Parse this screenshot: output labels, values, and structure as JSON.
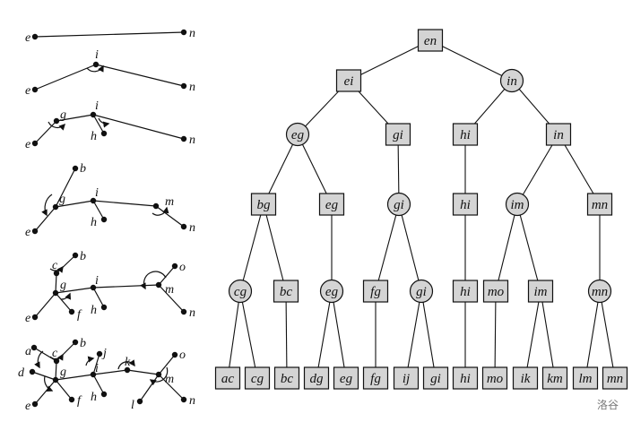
{
  "tree": {
    "levels": [
      [
        {
          "label": "en",
          "shape": "square"
        }
      ],
      [
        {
          "label": "ei",
          "shape": "square"
        },
        {
          "label": "in",
          "shape": "circle"
        }
      ],
      [
        {
          "label": "eg",
          "shape": "circle"
        },
        {
          "label": "gi",
          "shape": "square"
        },
        {
          "label": "hi",
          "shape": "square"
        },
        {
          "label": "in",
          "shape": "square"
        }
      ],
      [
        {
          "label": "bg",
          "shape": "square"
        },
        {
          "label": "eg",
          "shape": "square"
        },
        {
          "label": "gi",
          "shape": "circle"
        },
        {
          "label": "hi",
          "shape": "square"
        },
        {
          "label": "im",
          "shape": "circle"
        },
        {
          "label": "mn",
          "shape": "square"
        }
      ],
      [
        {
          "label": "cg",
          "shape": "circle"
        },
        {
          "label": "bc",
          "shape": "square"
        },
        {
          "label": "eg",
          "shape": "circle"
        },
        {
          "label": "fg",
          "shape": "square"
        },
        {
          "label": "gi",
          "shape": "circle"
        },
        {
          "label": "hi",
          "shape": "square"
        },
        {
          "label": "mo",
          "shape": "square"
        },
        {
          "label": "im",
          "shape": "square"
        },
        {
          "label": "mn",
          "shape": "circle"
        }
      ],
      [
        {
          "label": "ac",
          "shape": "square"
        },
        {
          "label": "cg",
          "shape": "square"
        },
        {
          "label": "bc",
          "shape": "square"
        },
        {
          "label": "dg",
          "shape": "square"
        },
        {
          "label": "eg",
          "shape": "square"
        },
        {
          "label": "fg",
          "shape": "square"
        },
        {
          "label": "ij",
          "shape": "square"
        },
        {
          "label": "gi",
          "shape": "square"
        },
        {
          "label": "hi",
          "shape": "square"
        },
        {
          "label": "mo",
          "shape": "square"
        },
        {
          "label": "ik",
          "shape": "square"
        },
        {
          "label": "km",
          "shape": "square"
        },
        {
          "label": "lm",
          "shape": "square"
        },
        {
          "label": "mn",
          "shape": "square"
        }
      ]
    ],
    "edges": [
      [
        [
          0,
          0
        ],
        [
          1,
          0
        ]
      ],
      [
        [
          0,
          0
        ],
        [
          1,
          1
        ]
      ],
      [
        [
          1,
          0
        ],
        [
          2,
          0
        ]
      ],
      [
        [
          1,
          0
        ],
        [
          2,
          1
        ]
      ],
      [
        [
          1,
          1
        ],
        [
          2,
          2
        ]
      ],
      [
        [
          1,
          1
        ],
        [
          2,
          3
        ]
      ],
      [
        [
          2,
          0
        ],
        [
          3,
          0
        ]
      ],
      [
        [
          2,
          0
        ],
        [
          3,
          1
        ]
      ],
      [
        [
          2,
          1
        ],
        [
          3,
          2
        ]
      ],
      [
        [
          2,
          2
        ],
        [
          3,
          3
        ]
      ],
      [
        [
          2,
          3
        ],
        [
          3,
          4
        ]
      ],
      [
        [
          2,
          3
        ],
        [
          3,
          5
        ]
      ],
      [
        [
          3,
          0
        ],
        [
          4,
          0
        ]
      ],
      [
        [
          3,
          0
        ],
        [
          4,
          1
        ]
      ],
      [
        [
          3,
          1
        ],
        [
          4,
          2
        ]
      ],
      [
        [
          3,
          2
        ],
        [
          4,
          3
        ]
      ],
      [
        [
          3,
          2
        ],
        [
          4,
          4
        ]
      ],
      [
        [
          3,
          3
        ],
        [
          4,
          5
        ]
      ],
      [
        [
          3,
          4
        ],
        [
          4,
          6
        ]
      ],
      [
        [
          3,
          4
        ],
        [
          4,
          7
        ]
      ],
      [
        [
          3,
          5
        ],
        [
          4,
          8
        ]
      ],
      [
        [
          4,
          0
        ],
        [
          5,
          0
        ]
      ],
      [
        [
          4,
          0
        ],
        [
          5,
          1
        ]
      ],
      [
        [
          4,
          1
        ],
        [
          5,
          2
        ]
      ],
      [
        [
          4,
          2
        ],
        [
          5,
          3
        ]
      ],
      [
        [
          4,
          2
        ],
        [
          5,
          4
        ]
      ],
      [
        [
          4,
          3
        ],
        [
          5,
          5
        ]
      ],
      [
        [
          4,
          4
        ],
        [
          5,
          6
        ]
      ],
      [
        [
          4,
          4
        ],
        [
          5,
          7
        ]
      ],
      [
        [
          4,
          5
        ],
        [
          5,
          8
        ]
      ],
      [
        [
          4,
          6
        ],
        [
          5,
          9
        ]
      ],
      [
        [
          4,
          7
        ],
        [
          5,
          10
        ]
      ],
      [
        [
          4,
          7
        ],
        [
          5,
          11
        ]
      ],
      [
        [
          4,
          8
        ],
        [
          5,
          12
        ]
      ],
      [
        [
          4,
          8
        ],
        [
          5,
          13
        ]
      ]
    ]
  },
  "steps_labels": {
    "s1": {
      "e": "e",
      "n": "n"
    },
    "s2": {
      "e": "e",
      "i": "i",
      "n": "n"
    },
    "s3": {
      "e": "e",
      "g": "g",
      "h": "h",
      "i": "i",
      "n": "n"
    },
    "s4": {
      "b": "b",
      "e": "e",
      "g": "g",
      "h": "h",
      "i": "i",
      "m": "m",
      "n": "n"
    },
    "s5": {
      "b": "b",
      "c": "c",
      "e": "e",
      "f": "f",
      "g": "g",
      "h": "h",
      "i": "i",
      "m": "m",
      "n": "n",
      "o": "o"
    },
    "s6": {
      "a": "a",
      "b": "b",
      "c": "c",
      "d": "d",
      "e": "e",
      "f": "f",
      "g": "g",
      "h": "h",
      "i": "i",
      "j": "j",
      "k": "k",
      "l": "l",
      "m": "m",
      "n": "n",
      "o": "o"
    }
  },
  "colors": {
    "node_fill": "#d4d4d4",
    "stroke": "#111111"
  },
  "watermark": "洛谷"
}
